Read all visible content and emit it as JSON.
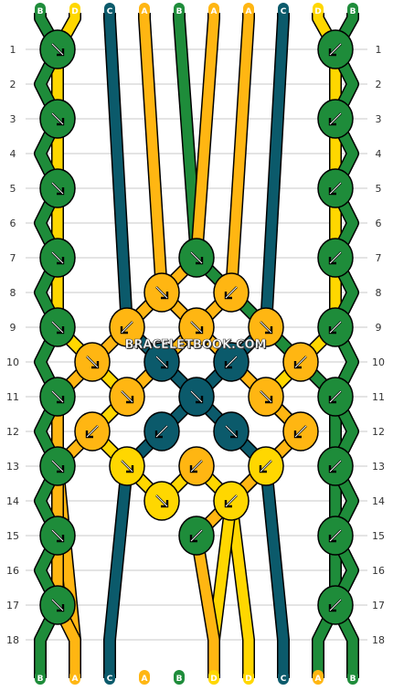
{
  "colors": {
    "B": "#1e8c3a",
    "D": "#ffd700",
    "C": "#0b5a6b",
    "A": "#ffb612",
    "grid": "#c8c8c8"
  },
  "strings_top": [
    "B",
    "D",
    "C",
    "A",
    "B",
    "A",
    "A",
    "C",
    "D",
    "B"
  ],
  "strings_bottom": [
    "B",
    "A",
    "C",
    "A",
    "B",
    "D",
    "D",
    "C",
    "A",
    "B"
  ],
  "rows": [
    "1",
    "2",
    "3",
    "4",
    "5",
    "6",
    "7",
    "8",
    "9",
    "10",
    "11",
    "12",
    "13",
    "14",
    "15",
    "16",
    "17",
    "18"
  ],
  "watermark": "BRACELETBOOK.COM",
  "knots": [
    {
      "row": 1,
      "col": 0,
      "color": "B",
      "dir": "se"
    },
    {
      "row": 1,
      "col": 8,
      "color": "B",
      "dir": "sw"
    },
    {
      "row": 3,
      "col": 0,
      "color": "B",
      "dir": "se"
    },
    {
      "row": 3,
      "col": 8,
      "color": "B",
      "dir": "sw"
    },
    {
      "row": 5,
      "col": 0,
      "color": "B",
      "dir": "se"
    },
    {
      "row": 5,
      "col": 8,
      "color": "B",
      "dir": "sw"
    },
    {
      "row": 7,
      "col": 0,
      "color": "B",
      "dir": "se"
    },
    {
      "row": 7,
      "col": 4,
      "color": "B",
      "dir": "se"
    },
    {
      "row": 7,
      "col": 8,
      "color": "B",
      "dir": "sw"
    },
    {
      "row": 8,
      "col": 3,
      "color": "A",
      "dir": "se"
    },
    {
      "row": 8,
      "col": 5,
      "color": "A",
      "dir": "sw"
    },
    {
      "row": 9,
      "col": 0,
      "color": "B",
      "dir": "se"
    },
    {
      "row": 9,
      "col": 2,
      "color": "A",
      "dir": "sw"
    },
    {
      "row": 9,
      "col": 4,
      "color": "A",
      "dir": "se"
    },
    {
      "row": 9,
      "col": 6,
      "color": "A",
      "dir": "se"
    },
    {
      "row": 9,
      "col": 8,
      "color": "B",
      "dir": "sw"
    },
    {
      "row": 10,
      "col": 1,
      "color": "A",
      "dir": "se"
    },
    {
      "row": 10,
      "col": 3,
      "color": "C",
      "dir": "se"
    },
    {
      "row": 10,
      "col": 5,
      "color": "C",
      "dir": "sw"
    },
    {
      "row": 10,
      "col": 7,
      "color": "A",
      "dir": "sw"
    },
    {
      "row": 11,
      "col": 0,
      "color": "B",
      "dir": "se"
    },
    {
      "row": 11,
      "col": 2,
      "color": "A",
      "dir": "se"
    },
    {
      "row": 11,
      "col": 4,
      "color": "C",
      "dir": "se"
    },
    {
      "row": 11,
      "col": 6,
      "color": "A",
      "dir": "se"
    },
    {
      "row": 11,
      "col": 8,
      "color": "B",
      "dir": "sw"
    },
    {
      "row": 12,
      "col": 1,
      "color": "A",
      "dir": "sw"
    },
    {
      "row": 12,
      "col": 3,
      "color": "C",
      "dir": "sw"
    },
    {
      "row": 12,
      "col": 5,
      "color": "C",
      "dir": "se"
    },
    {
      "row": 12,
      "col": 7,
      "color": "A",
      "dir": "sw"
    },
    {
      "row": 13,
      "col": 0,
      "color": "B",
      "dir": "se"
    },
    {
      "row": 13,
      "col": 2,
      "color": "D",
      "dir": "se"
    },
    {
      "row": 13,
      "col": 4,
      "color": "A",
      "dir": "sw"
    },
    {
      "row": 13,
      "col": 6,
      "color": "D",
      "dir": "sw"
    },
    {
      "row": 13,
      "col": 8,
      "color": "B",
      "dir": "sw"
    },
    {
      "row": 14,
      "col": 3,
      "color": "D",
      "dir": "se"
    },
    {
      "row": 14,
      "col": 5,
      "color": "D",
      "dir": "sw"
    },
    {
      "row": 15,
      "col": 0,
      "color": "B",
      "dir": "se"
    },
    {
      "row": 15,
      "col": 4,
      "color": "B",
      "dir": "sw"
    },
    {
      "row": 15,
      "col": 8,
      "color": "B",
      "dir": "sw"
    },
    {
      "row": 17,
      "col": 0,
      "color": "B",
      "dir": "se"
    },
    {
      "row": 17,
      "col": 8,
      "color": "B",
      "dir": "sw"
    }
  ]
}
